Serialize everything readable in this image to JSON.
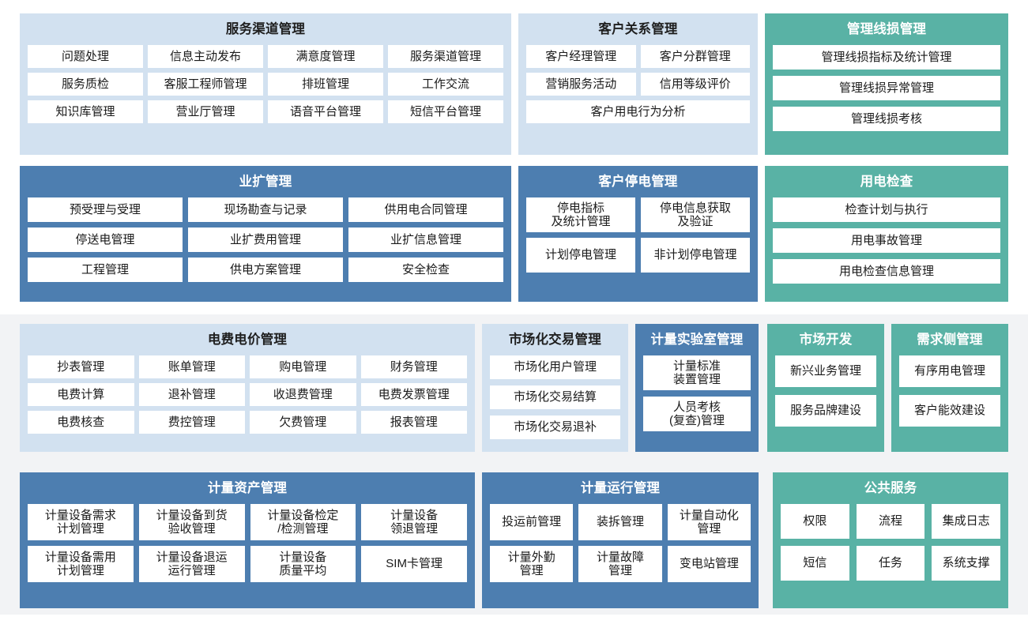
{
  "theme": {
    "page_background": "#ffffff",
    "band_background": "#f2f3f5",
    "panel_light_blue": "#d2e1f0",
    "panel_dark_blue": "#4d7eb0",
    "panel_teal": "#59b2a5",
    "cell_background": "#ffffff",
    "cell_text": "#1a1a1a"
  },
  "rows": [
    {
      "id": "row-1",
      "panels": [
        {
          "id": "p-service",
          "style": "blue-light",
          "title": "服务渠道管理",
          "items": [
            "问题处理",
            "信息主动发布",
            "满意度管理",
            "服务渠道管理",
            "服务质检",
            "客服工程师管理",
            "排班管理",
            "工作交流",
            "知识库管理",
            "营业厅管理",
            "语音平台管理",
            "短信平台管理"
          ]
        },
        {
          "id": "p-crm",
          "style": "blue-light",
          "title": "客户关系管理",
          "items": [
            "客户经理管理",
            "客户分群管理",
            "营销服务活动",
            "信用等级评价",
            "客户用电行为分析"
          ]
        },
        {
          "id": "p-lineloss",
          "style": "teal",
          "title": "管理线损管理",
          "items": [
            "管理线损指标及统计管理",
            "管理线损异常管理",
            "管理线损考核"
          ]
        }
      ]
    },
    {
      "id": "row-2",
      "panels": [
        {
          "id": "p-yekuo",
          "style": "blue-dark",
          "title": "业扩管理",
          "items": [
            "预受理与受理",
            "现场勘查与记录",
            "供用电合同管理",
            "停送电管理",
            "业扩费用管理",
            "业扩信息管理",
            "工程管理",
            "供电方案管理",
            "安全检查"
          ]
        },
        {
          "id": "p-outage",
          "style": "blue-dark",
          "title": "客户停电管理",
          "items": [
            "停电指标\n及统计管理",
            "停电信息获取\n及验证",
            "计划停电管理",
            "非计划停电管理"
          ]
        },
        {
          "id": "p-inspect",
          "style": "teal",
          "title": "用电检查",
          "items": [
            "检查计划与执行",
            "用电事故管理",
            "用电检查信息管理"
          ]
        }
      ]
    },
    {
      "id": "row-3",
      "panels": [
        {
          "id": "p-tariff",
          "style": "blue-light",
          "title": "电费电价管理",
          "items": [
            "抄表管理",
            "账单管理",
            "购电管理",
            "财务管理",
            "电费计算",
            "退补管理",
            "收退费管理",
            "电费发票管理",
            "电费核查",
            "费控管理",
            "欠费管理",
            "报表管理"
          ]
        },
        {
          "id": "p-market",
          "style": "blue-light",
          "title": "市场化交易管理",
          "items": [
            "市场化用户管理",
            "市场化交易结算",
            "市场化交易退补"
          ]
        },
        {
          "id": "p-lab",
          "style": "blue-dark",
          "title": "计量实验室管理",
          "items": [
            "计量标准\n装置管理",
            "人员考核\n(复查)管理"
          ]
        },
        {
          "id": "p-mkdev",
          "style": "teal",
          "title": "市场开发",
          "items": [
            "新兴业务管理",
            "服务品牌建设"
          ]
        },
        {
          "id": "p-demand",
          "style": "teal",
          "title": "需求侧管理",
          "items": [
            "有序用电管理",
            "客户能效建设"
          ]
        }
      ]
    },
    {
      "id": "row-4",
      "panels": [
        {
          "id": "p-asset",
          "style": "blue-dark",
          "title": "计量资产管理",
          "items": [
            "计量设备需求\n计划管理",
            "计量设备到货\n验收管理",
            "计量设备检定\n/检测管理",
            "计量设备\n领退管理",
            "计量设备需用\n计划管理",
            "计量设备退运\n运行管理",
            "计量设备\n质量平均",
            "SIM卡管理"
          ]
        },
        {
          "id": "p-meterops",
          "style": "blue-dark",
          "title": "计量运行管理",
          "items": [
            "投运前管理",
            "装拆管理",
            "计量自动化\n管理",
            "计量外勤\n管理",
            "计量故障\n管理",
            "变电站管理"
          ]
        },
        {
          "id": "p-pubsvc",
          "style": "teal",
          "title": "公共服务",
          "items": [
            "权限",
            "流程",
            "集成日志",
            "短信",
            "任务",
            "系统支撑"
          ]
        }
      ]
    }
  ]
}
